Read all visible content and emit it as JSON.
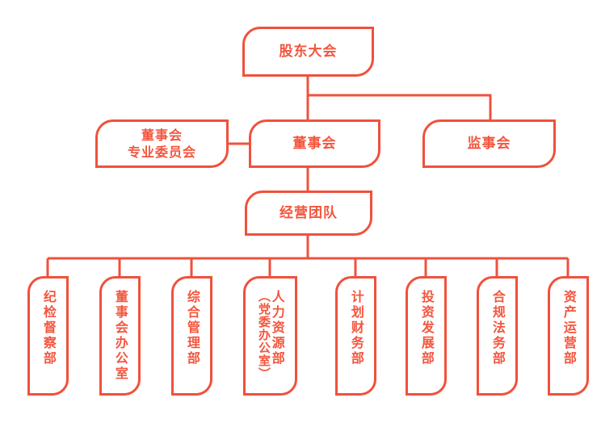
{
  "chart": {
    "title": "",
    "type": "org-chart",
    "accent_color": "#f0513c",
    "text_color": "#f4553e",
    "background": "#ffffff",
    "tiers": {
      "tier1": {
        "shareholders_meeting": {
          "label": "股东大会"
        }
      },
      "tier2": {
        "board_committee": {
          "label": "董事会\n专业委员会"
        },
        "board_of_directors": {
          "label": "董事会"
        },
        "board_of_supervisors": {
          "label": "监事会"
        }
      },
      "tier3": {
        "management_team": {
          "label": "经营团队"
        }
      },
      "tier4": {
        "departments": [
          {
            "label": "纪检督察部",
            "sub": ""
          },
          {
            "label": "董事会办公室",
            "sub": ""
          },
          {
            "label": "综合管理部",
            "sub": ""
          },
          {
            "label": "人力资源部",
            "sub": "（党委办公室）"
          },
          {
            "label": "计划财务部",
            "sub": ""
          },
          {
            "label": "投资发展部",
            "sub": ""
          },
          {
            "label": "合规法务部",
            "sub": ""
          },
          {
            "label": "资产运营部",
            "sub": ""
          }
        ]
      }
    }
  }
}
